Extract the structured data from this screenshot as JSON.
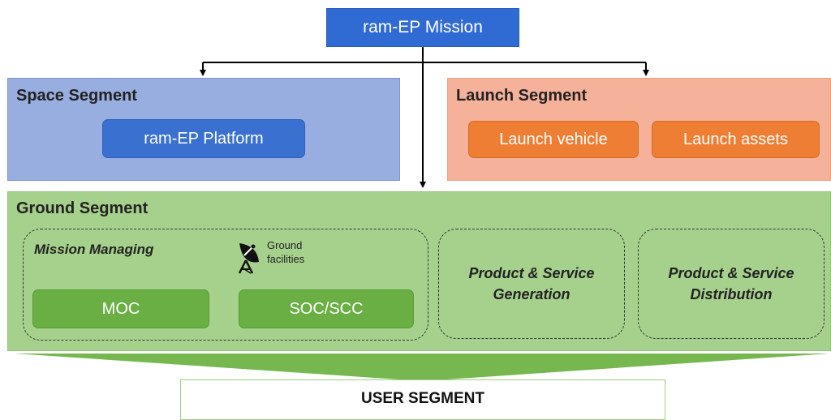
{
  "mission": {
    "label": "ram-EP Mission"
  },
  "space_segment": {
    "title": "Space Segment",
    "platform_label": "ram-EP Platform"
  },
  "launch_segment": {
    "title": "Launch Segment",
    "items": [
      "Launch vehicle",
      "Launch assets"
    ]
  },
  "ground_segment": {
    "title": "Ground Segment",
    "mission_managing": {
      "title": "Mission Managing",
      "facilities_label_line1": "Ground",
      "facilities_label_line2": "facilities",
      "moc_label": "MOC",
      "soc_label": "SOC/SCC"
    },
    "generation": {
      "line1": "Product & Service",
      "line2": "Generation"
    },
    "distribution": {
      "line1": "Product & Service",
      "line2": "Distribution"
    }
  },
  "user_segment": {
    "label": "USER SEGMENT"
  },
  "colors": {
    "mission_blue": "#2f6bd3",
    "space_bg": "#98aee0",
    "launch_bg": "#f5b199",
    "launch_button": "#ee7e33",
    "ground_bg": "#a6d18c",
    "ground_button": "#6aaf44",
    "funnel_green": "#76b84f"
  }
}
